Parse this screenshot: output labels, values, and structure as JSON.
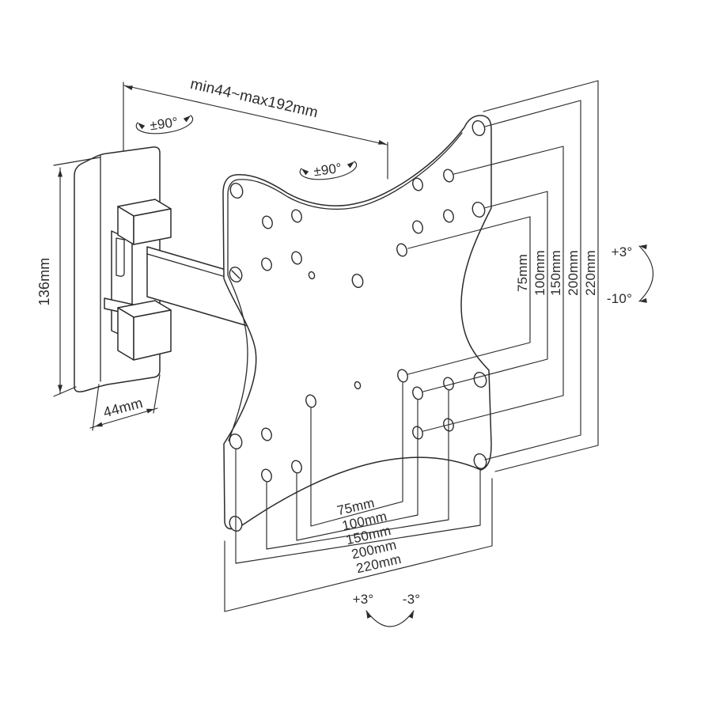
{
  "colors": {
    "line": "#2b2b2b",
    "background": "#ffffff"
  },
  "labels": {
    "arm_extension": "min44~max192mm",
    "wall_swivel": "±90°",
    "plate_swivel": "±90°",
    "wall_plate_height": "136mm",
    "wall_plate_width": "44mm",
    "vesa_vertical": [
      "75mm",
      "100mm",
      "150mm",
      "200mm",
      "220mm"
    ],
    "vesa_horizontal": [
      "75mm",
      "100mm",
      "150mm",
      "200mm",
      "220mm"
    ],
    "tilt_up": "+3°",
    "tilt_down": "-10°",
    "swing_plus": "+3°",
    "swing_minus": "-3°"
  }
}
